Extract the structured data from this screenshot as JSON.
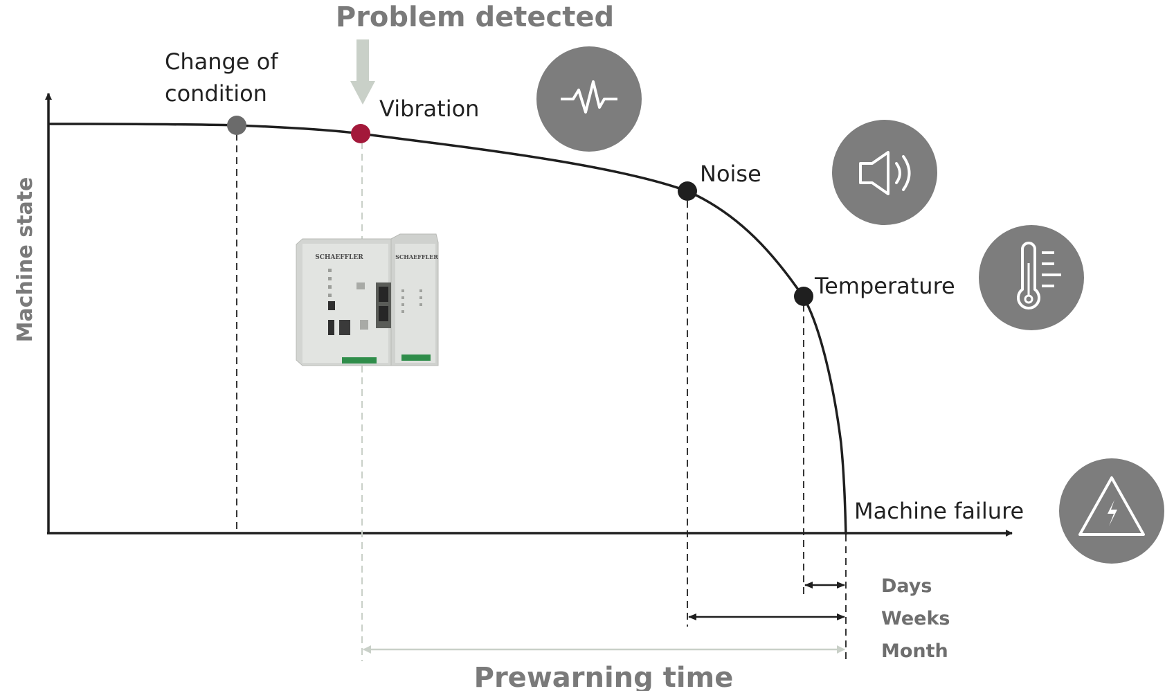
{
  "header": {
    "problem_detected": "Problem detected"
  },
  "axes": {
    "y_label": "Machine state"
  },
  "events": {
    "change_of_condition": {
      "line1": "Change of",
      "line2": "condition"
    },
    "vibration": "Vibration",
    "noise": "Noise",
    "temperature": "Temperature",
    "machine_failure": "Machine failure"
  },
  "durations": {
    "days": "Days",
    "weeks": "Weeks",
    "month": "Month"
  },
  "footer": {
    "prewarning_time": "Prewarning time"
  },
  "device": {
    "brand_left": "SCHAEFFLER",
    "brand_right": "SCHAEFFLER"
  },
  "icons": [
    "vibration-icon",
    "speaker-icon",
    "thermometer-icon",
    "warning-icon"
  ],
  "colors": {
    "curve": "#1f1f1f",
    "marker_condition": "#6b6b6b",
    "marker_vibration": "#a3183a",
    "marker_other": "#1f1f1f",
    "icon_circle": "#7d7d7d",
    "arrow_light": "#c9d0c8",
    "title_gray": "#7a7a7a"
  }
}
